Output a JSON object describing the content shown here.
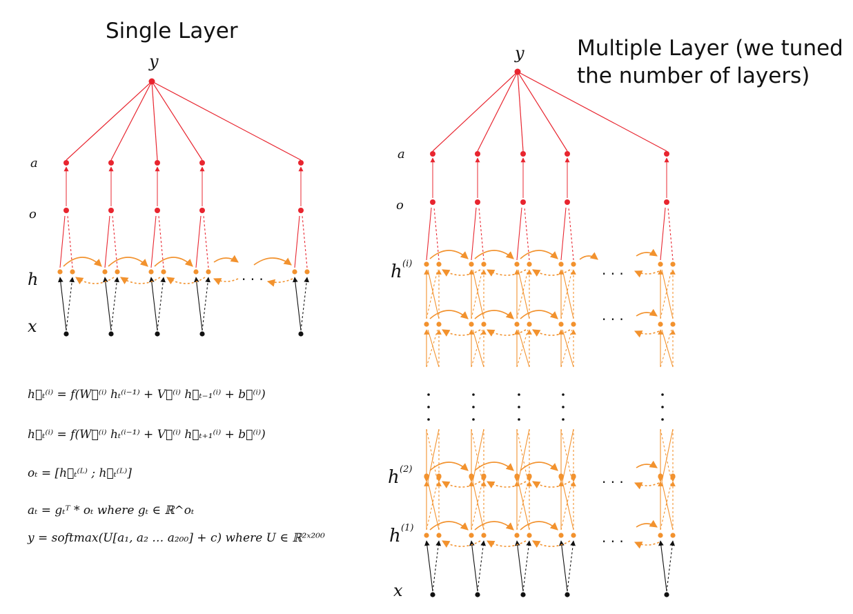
{
  "titles": {
    "single": "Single Layer",
    "multiple_line1": "Multiple Layer (we tuned",
    "multiple_line2": "the number of layers)"
  },
  "single_layer": {
    "labels": {
      "y": "y",
      "a": "a",
      "o": "o",
      "h": "h",
      "x": "x"
    },
    "ellipsis": "· · ·"
  },
  "multiple_layer": {
    "labels": {
      "y": "y",
      "a": "a",
      "o": "o",
      "h_i": "h",
      "h_i_sup": "(i)",
      "h_2": "h",
      "h_2_sup": "(2)",
      "h_1": "h",
      "h_1_sup": "(1)",
      "x": "x"
    },
    "ellipsis": "· · ·"
  },
  "equations": [
    "h⃗ₜ⁽ⁱ⁾ = f(W⃗⁽ⁱ⁾ hₜ⁽ⁱ⁻¹⁾ + V⃗⁽ⁱ⁾ h⃗ₜ₋₁⁽ⁱ⁾ + b⃗⁽ⁱ⁾)",
    "h⃖ₜ⁽ⁱ⁾ = f(W⃖⁽ⁱ⁾ hₜ⁽ⁱ⁻¹⁾ + V⃖⁽ⁱ⁾ h⃖ₜ₊₁⁽ⁱ⁾ + b⃖⁽ⁱ⁾)",
    "oₜ = [h⃗ₜ⁽ᴸ⁾ ; h⃖ₜ⁽ᴸ⁾]",
    "aₜ = gₜᵀ * oₜ        where gₜ ∈ ℝ^oₜ",
    "y = softmax(U[a₁, a₂ … a₂₀₀] + c)   where U ∈ ℝ²ˣ²⁰⁰"
  ],
  "colors": {
    "red": "#e8252f",
    "orange": "#f2922e",
    "black": "#111111"
  }
}
